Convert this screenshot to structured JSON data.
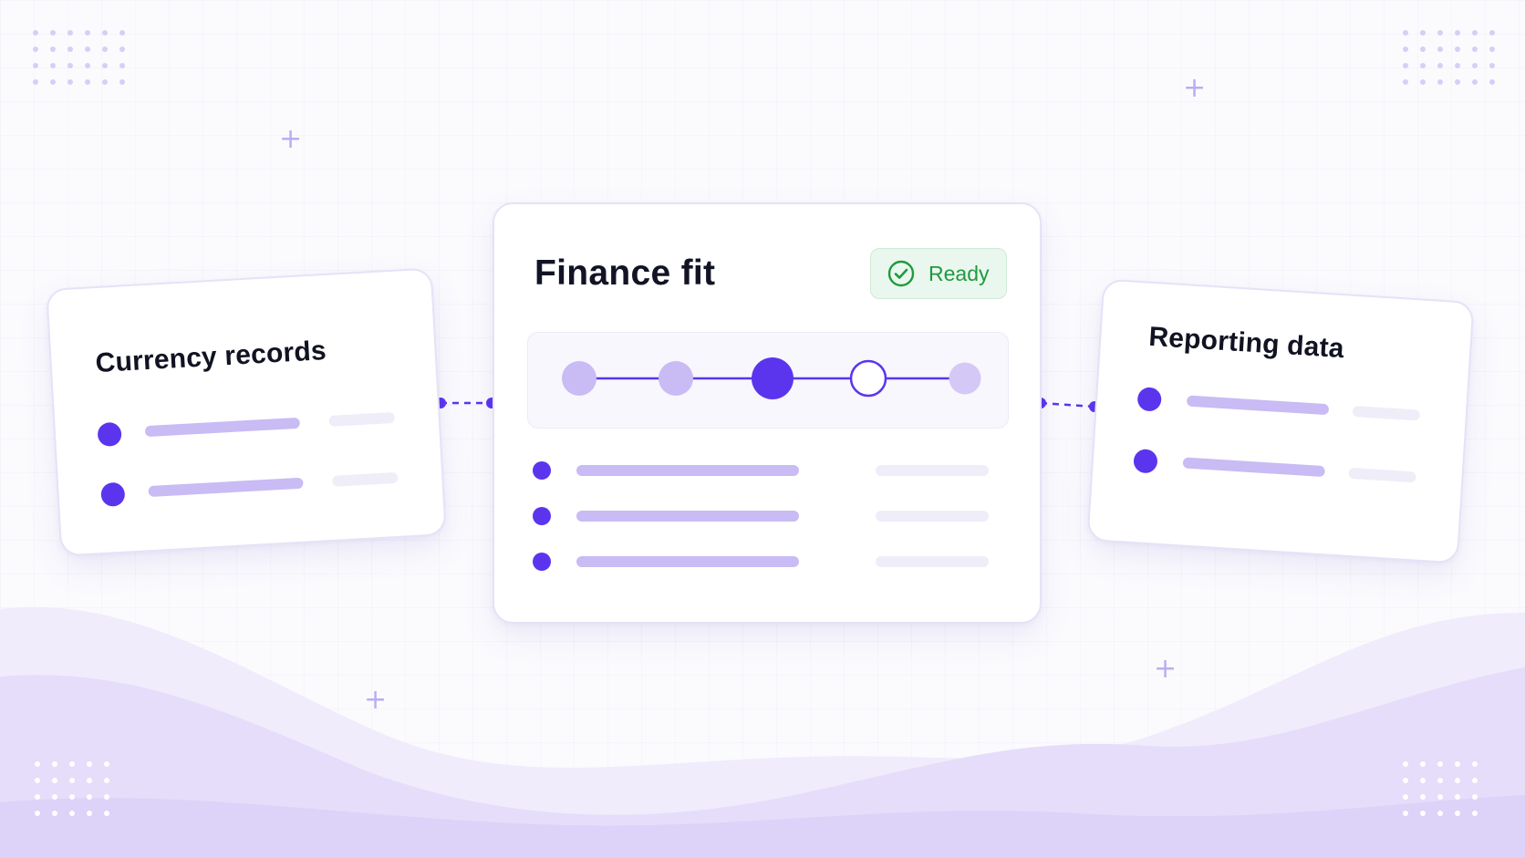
{
  "colors": {
    "accent": "#5b35ee",
    "accent_light": "#c9bbf4",
    "placeholder_gray": "#efedf8",
    "ready_green": "#1f9a3f",
    "ready_bg": "#eaf7ee"
  },
  "left_card": {
    "title": "Currency records",
    "rows": 2
  },
  "center_card": {
    "title": "Finance fit",
    "status": {
      "label": "Ready",
      "icon": "check-circle-icon"
    },
    "stepper": {
      "steps": 5,
      "current_step": 3,
      "states": [
        "completed",
        "completed",
        "current",
        "next",
        "upcoming"
      ]
    },
    "rows": 3
  },
  "right_card": {
    "title": "Reporting data",
    "rows": 2
  },
  "decorations": {
    "plus_glyph": "+",
    "dot_grid_icon": "dot-grid-icon"
  }
}
